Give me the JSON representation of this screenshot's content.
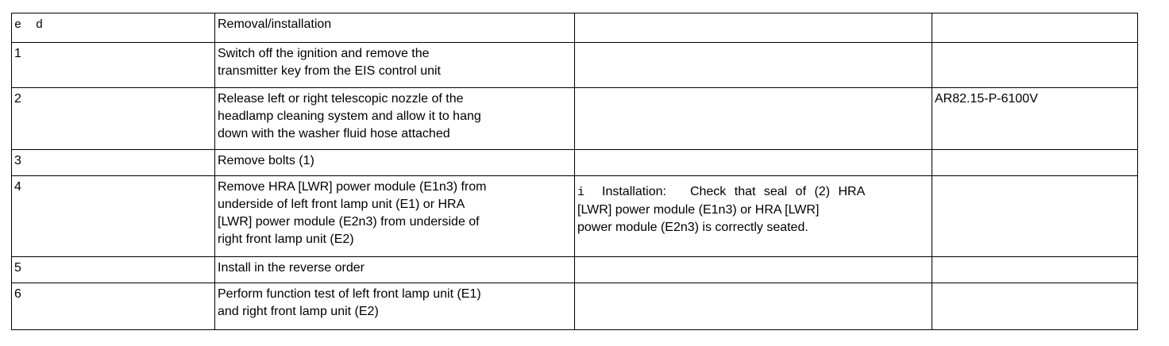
{
  "header": {
    "col1": "e  d",
    "col2": "Removal/installation",
    "col3": "",
    "col4": ""
  },
  "rows": [
    {
      "step": "1",
      "line1": "Switch off the ignition and remove the",
      "line2": "transmitter key from the EIS control unit",
      "note": "",
      "ref": ""
    },
    {
      "step": "2",
      "line1": "Release left or right telescopic nozzle of the",
      "line2": "headlamp cleaning system and allow it to hang",
      "line3": "down with the washer fluid hose attached",
      "note": "",
      "ref": "AR82.15-P-6100V"
    },
    {
      "step": "3",
      "line1": "Remove bolts (1)",
      "note": "",
      "ref": ""
    },
    {
      "step": "4",
      "line1": "Remove HRA [LWR] power module (E1n3) from",
      "line2": "underside of left front lamp unit (E1) or HRA",
      "line3": "[LWR] power module (E2n3) from underside of",
      "line4": "right front lamp unit (E2)",
      "note_icon": "i",
      "note_label": "Installation:",
      "note_line1": "Check that seal of (2) HRA",
      "note_line2": "[LWR] power module (E1n3) or HRA [LWR]",
      "note_line3": "power module (E2n3) is correctly seated.",
      "ref": ""
    },
    {
      "step": "5",
      "line1": "Install in the reverse order",
      "note": "",
      "ref": ""
    },
    {
      "step": "6",
      "line1": "Perform function test of left front lamp unit (E1)",
      "line2": "and right front lamp unit (E2)",
      "note": "",
      "ref": ""
    }
  ]
}
